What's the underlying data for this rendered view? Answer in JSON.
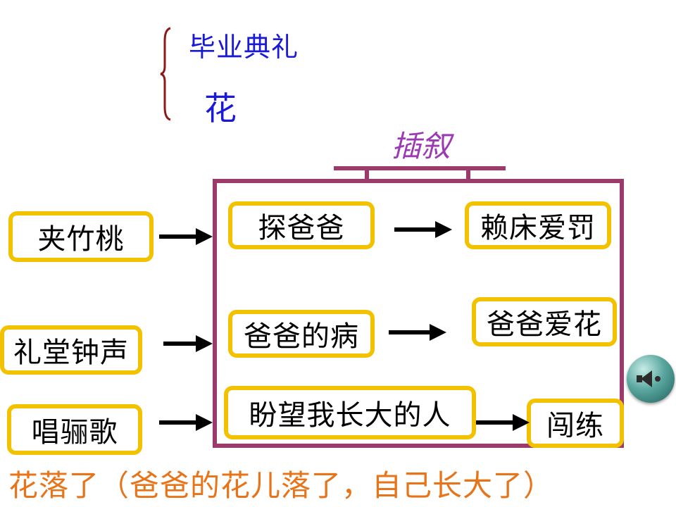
{
  "header": {
    "line1": "毕业典礼",
    "line2": "花"
  },
  "insert_label": "插叙",
  "left_nodes": [
    "夹竹桃",
    "礼堂钟声",
    "唱骊歌"
  ],
  "inner_left": [
    "探爸爸",
    "爸爸的病",
    "盼望我长大的人"
  ],
  "inner_right": [
    "赖床爱罚",
    "爸爸爱花",
    "闯练"
  ],
  "bottom_text": "花落了（爸爸的花儿落了，自己长大了）",
  "colors": {
    "brace": "#8b1a1a",
    "header_text": "#1a1ad6",
    "insert_label": "#9b3ab3",
    "frame": "#9b3a6b",
    "node_border": "#f2c200",
    "bottom_text": "#e8741a"
  },
  "icons": {
    "sound_button": "speaker-icon"
  }
}
